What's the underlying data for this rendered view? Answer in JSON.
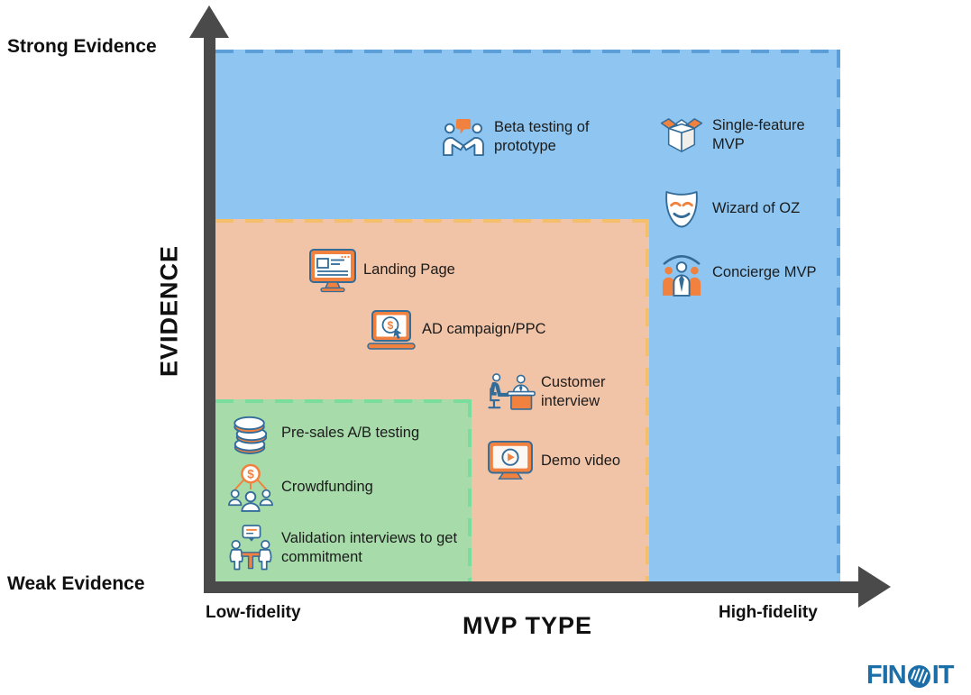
{
  "axes": {
    "y_label": "EVIDENCE",
    "y_top_caption": "Strong Evidence",
    "y_bottom_caption": "Weak Evidence",
    "x_label": "MVP TYPE",
    "x_left_caption": "Low-fidelity",
    "x_right_caption": "High-fidelity",
    "axis_color": "#4a4a4a"
  },
  "zones": {
    "strong": {
      "fill": "#8ec6f1",
      "dash": "#5c9fd8",
      "items": [
        {
          "icon": "handshake-chat-icon",
          "label": "Beta testing of prototype"
        },
        {
          "icon": "open-box-icon",
          "label": "Single-feature MVP"
        },
        {
          "icon": "theater-mask-icon",
          "label": "Wizard of OZ"
        },
        {
          "icon": "concierge-people-icon",
          "label": "Concierge MVP"
        }
      ]
    },
    "medium": {
      "fill": "#f2c4a7",
      "dash": "#f4be6b",
      "items": [
        {
          "icon": "monitor-browser-icon",
          "label": "Landing Page"
        },
        {
          "icon": "laptop-dollar-cursor-icon",
          "label": "AD campaign/PPC"
        },
        {
          "icon": "interview-desk-icon",
          "label": "Customer interview"
        },
        {
          "icon": "monitor-play-icon",
          "label": "Demo video"
        }
      ]
    },
    "weak": {
      "fill": "#a7dbaa",
      "dash": "#79dd9e",
      "items": [
        {
          "icon": "coin-stack-icon",
          "label": "Pre-sales A/B testing"
        },
        {
          "icon": "crowdfunding-people-icon",
          "label": "Crowdfunding"
        },
        {
          "icon": "table-talk-icon",
          "label": "Validation interviews to get commitment"
        }
      ]
    }
  },
  "branding": {
    "logo_part1": "FIN",
    "logo_part2": "IT",
    "logo_color": "#1b6ea8"
  }
}
